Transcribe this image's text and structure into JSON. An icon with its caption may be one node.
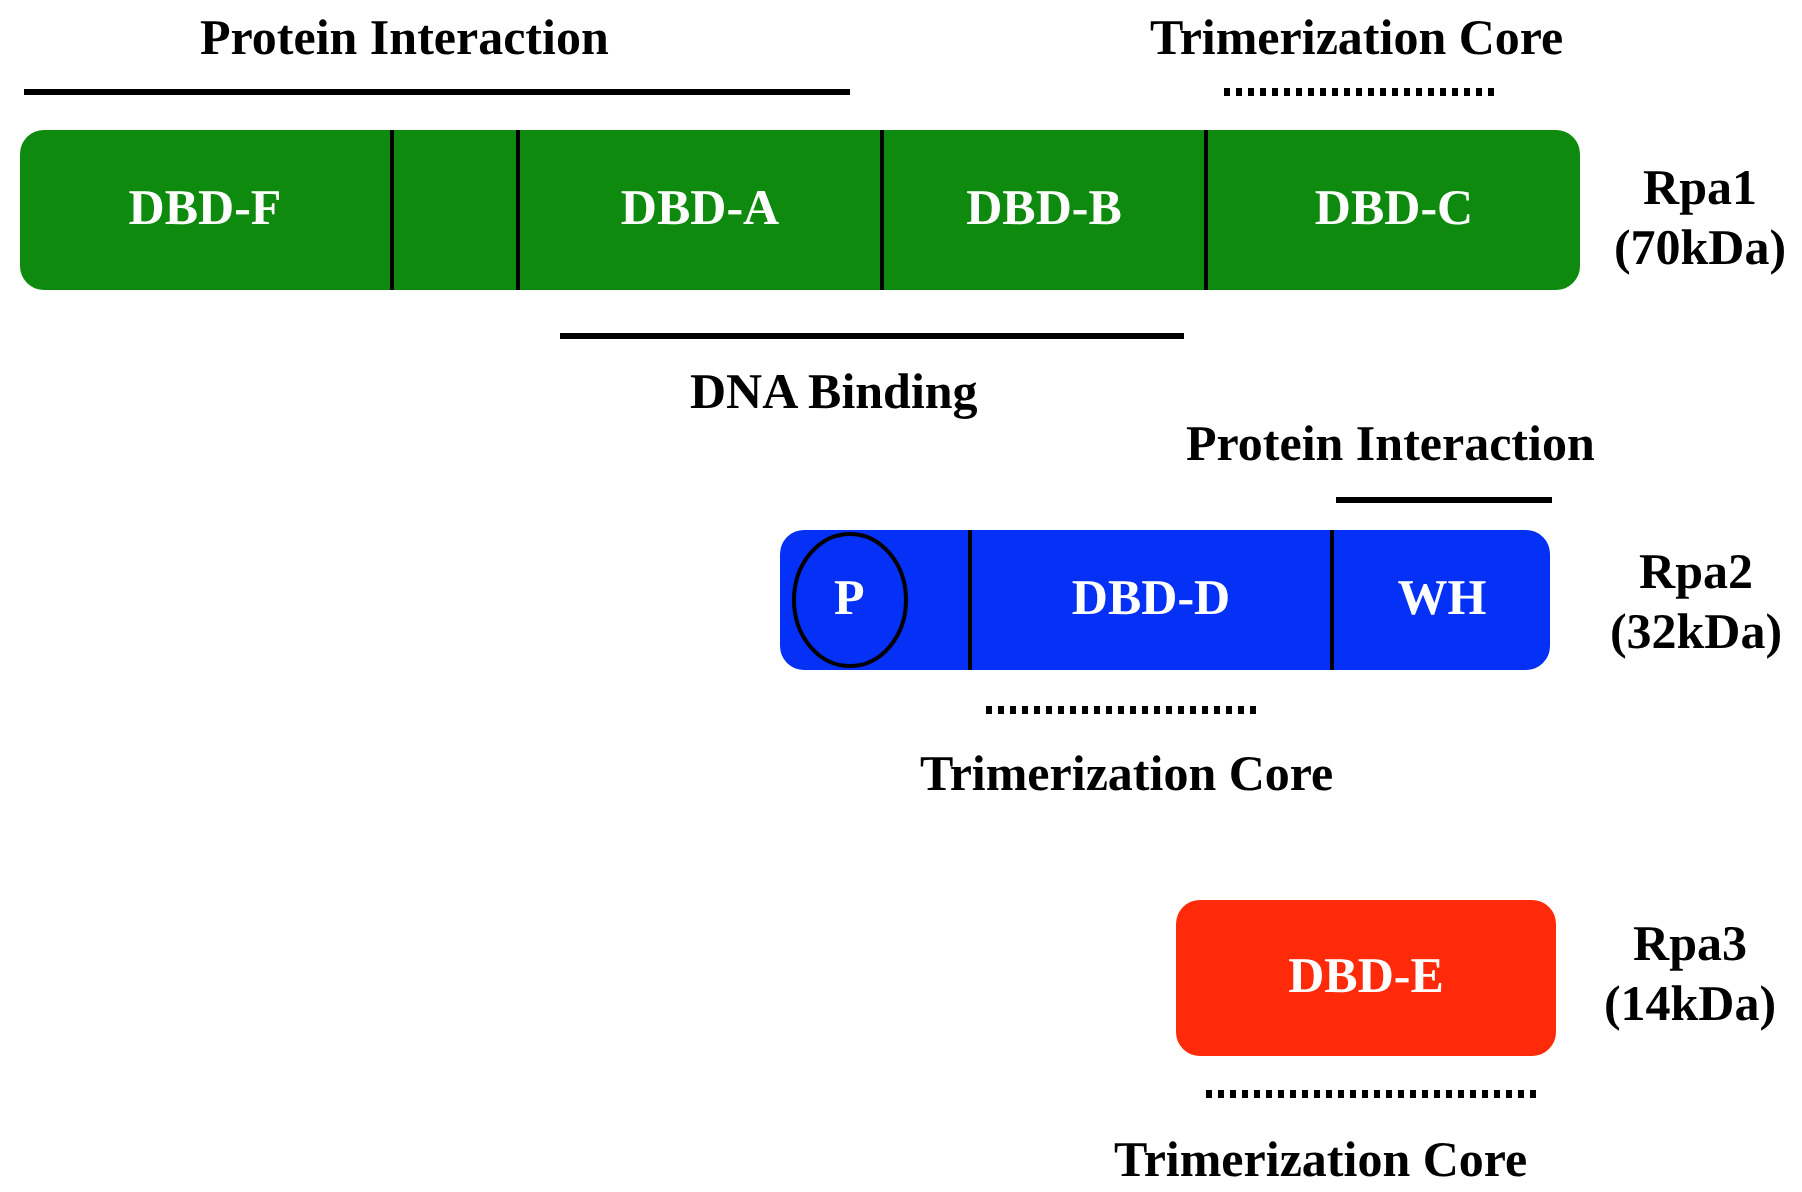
{
  "diagram": {
    "nodes": [
      {
        "text": [],
        "shape": "bar",
        "beside": [
          "Rpa1 (70kDa)"
        ]
      },
      {
        "text": [
          "DBD-F"
        ],
        "in": 0
      },
      {
        "text": [],
        "shape": "box",
        "in": 0
      },
      {
        "text": [
          "DBD-A"
        ],
        "in": 0
      },
      {
        "text": [
          "DBD-B"
        ],
        "in": 0
      },
      {
        "text": [
          "DBD-C"
        ],
        "in": 0
      },
      {
        "text": [],
        "shape": "bar",
        "beside": [
          "Rpa2 (32kDa)"
        ]
      },
      {
        "text": [
          "P"
        ],
        "in": 6
      },
      {
        "text": [
          "DBD-D"
        ],
        "in": 6
      },
      {
        "text": [
          "WH"
        ],
        "in": 6
      },
      {
        "text": [
          "DBD-E"
        ],
        "beside": [
          "Rpa3 (14kDa)"
        ]
      }
    ],
    "edges": [],
    "labels": [
      "Protein Interaction",
      "Trimerization Core",
      "DNA Binding",
      "Protein Interaction",
      "Trimerization Core",
      "Trimerization Core"
    ]
  }
}
